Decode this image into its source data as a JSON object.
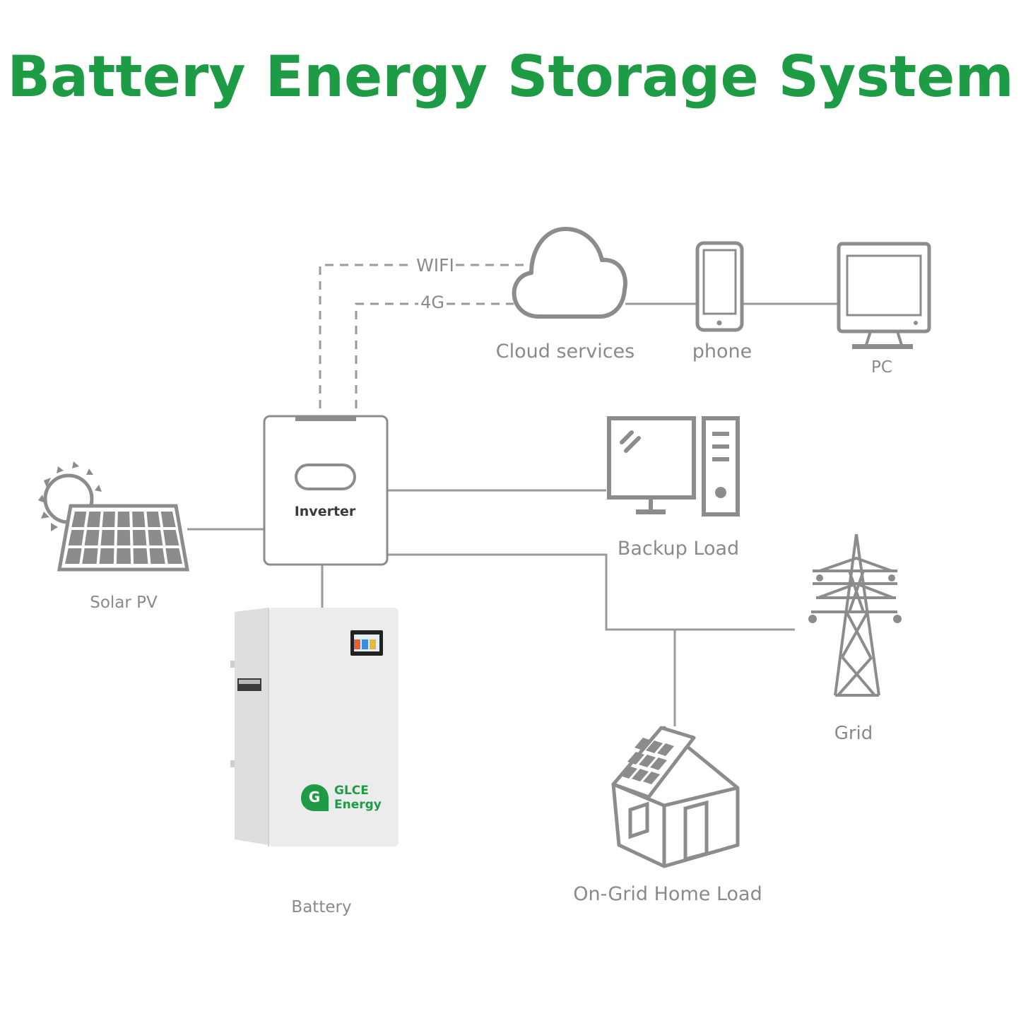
{
  "title": "Battery Energy Storage System",
  "colors": {
    "brand": "#1e9c45",
    "line": "#9a9a9a",
    "dash": "#9a9a9a",
    "label": "#8a8a8a",
    "icon": "#8c8c8c"
  },
  "links": {
    "wifi": "WIFI",
    "cellular": "4G"
  },
  "nodes": {
    "cloud": "Cloud services",
    "phone": "phone",
    "pc": "PC",
    "inverter": "Inverter",
    "backup_load": "Backup Load",
    "solar": "Solar PV",
    "grid": "Grid",
    "battery": "Battery",
    "home": "On-Grid Home Load"
  },
  "battery_brand": {
    "line1": "GLCE",
    "line2": "Energy",
    "badge": "G"
  }
}
